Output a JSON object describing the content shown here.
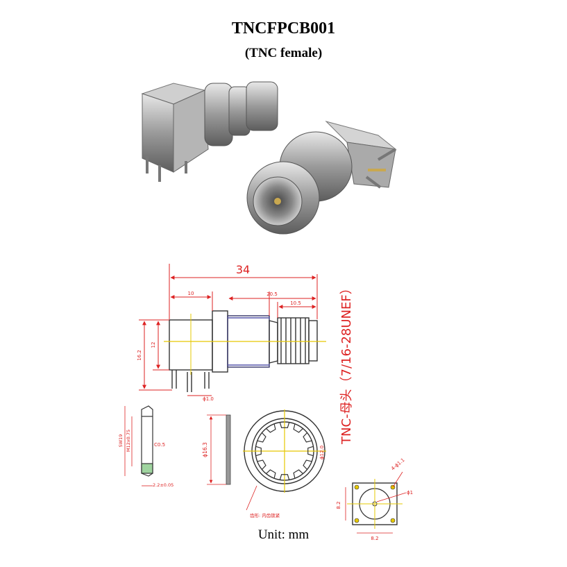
{
  "header": {
    "title": "TNCFPCB001",
    "subtitle": "(TNC female)"
  },
  "footer": {
    "unit": "Unit: mm"
  },
  "drawing": {
    "overall_length": "34",
    "len_10": "10",
    "len_20_5": "20.5",
    "len_10_5": "10.5",
    "height_16_2": "16.2",
    "height_12": "12",
    "pin_dia": "ϕ1.0",
    "thread_label": "TNC-母头（7/16-28UNEF）",
    "nut_wrench": "SW19",
    "nut_thread": "M12x0.75",
    "nut_chamfer": "C0.5",
    "nut_thickness": "2.2±0.05",
    "nut_dia": "ϕ16.3",
    "lockwasher_dia": "ϕ12.0",
    "lockwasher_note": "齿形: 内齿锁紧",
    "holes_spec": "4-ϕ1.1",
    "center_hole": "ϕ1",
    "footprint_h": "8.2",
    "footprint_w": "8.2"
  },
  "colors": {
    "dim": "#dd2222",
    "line": "#444444",
    "metal": "#9a9a9a"
  }
}
